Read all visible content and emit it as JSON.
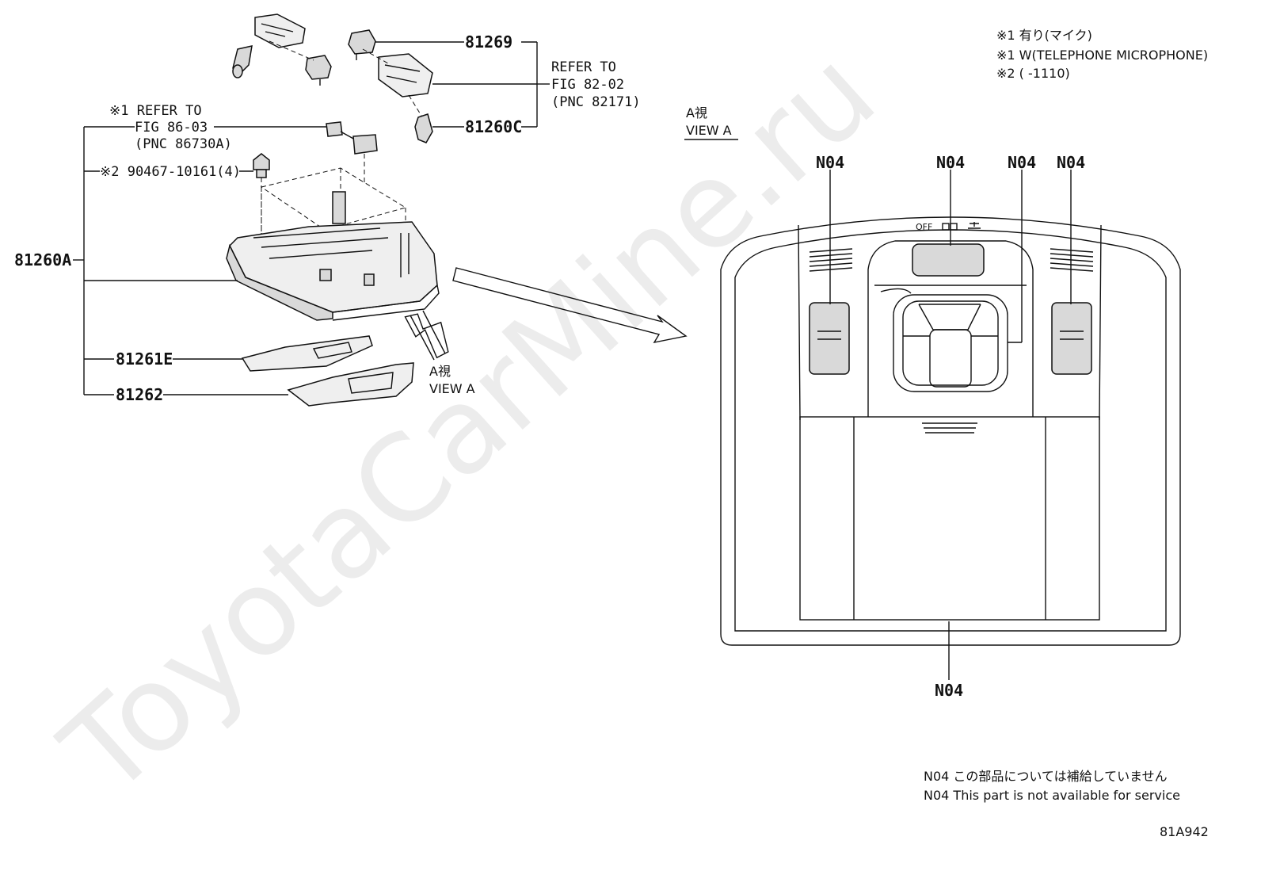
{
  "watermark": "ToyotaCarMine.ru",
  "notes": {
    "line1": "※1 有り(マイク)",
    "line2": "※1 W(TELEPHONE MICROPHONE)",
    "line3": "※2 (       -1110)"
  },
  "callouts": {
    "p81269": "81269",
    "p81260c": "81260C",
    "p81260a": "81260A",
    "p81261e": "81261E",
    "p81262": "81262",
    "refer_82_l1": "REFER TO",
    "refer_82_l2": "FIG 82-02",
    "refer_82_l3": "(PNC 82171)",
    "refer_86_l1": "※1 REFER TO",
    "refer_86_l2": "FIG 86-03",
    "refer_86_l3": "(PNC 86730A)",
    "clip": "※2 90467-10161(4)"
  },
  "arrow_view": {
    "jp": "A視",
    "en": "VIEW A"
  },
  "view_a_title": {
    "jp": "A視",
    "en": "VIEW A"
  },
  "switch_label": "OFF",
  "n04_labels": [
    "N04",
    "N04",
    "N04",
    "N04",
    "N04"
  ],
  "legend": {
    "jp": "N04 この部品については補給していません",
    "en": "N04 This part is not available for service"
  },
  "figure_code": "81A942"
}
